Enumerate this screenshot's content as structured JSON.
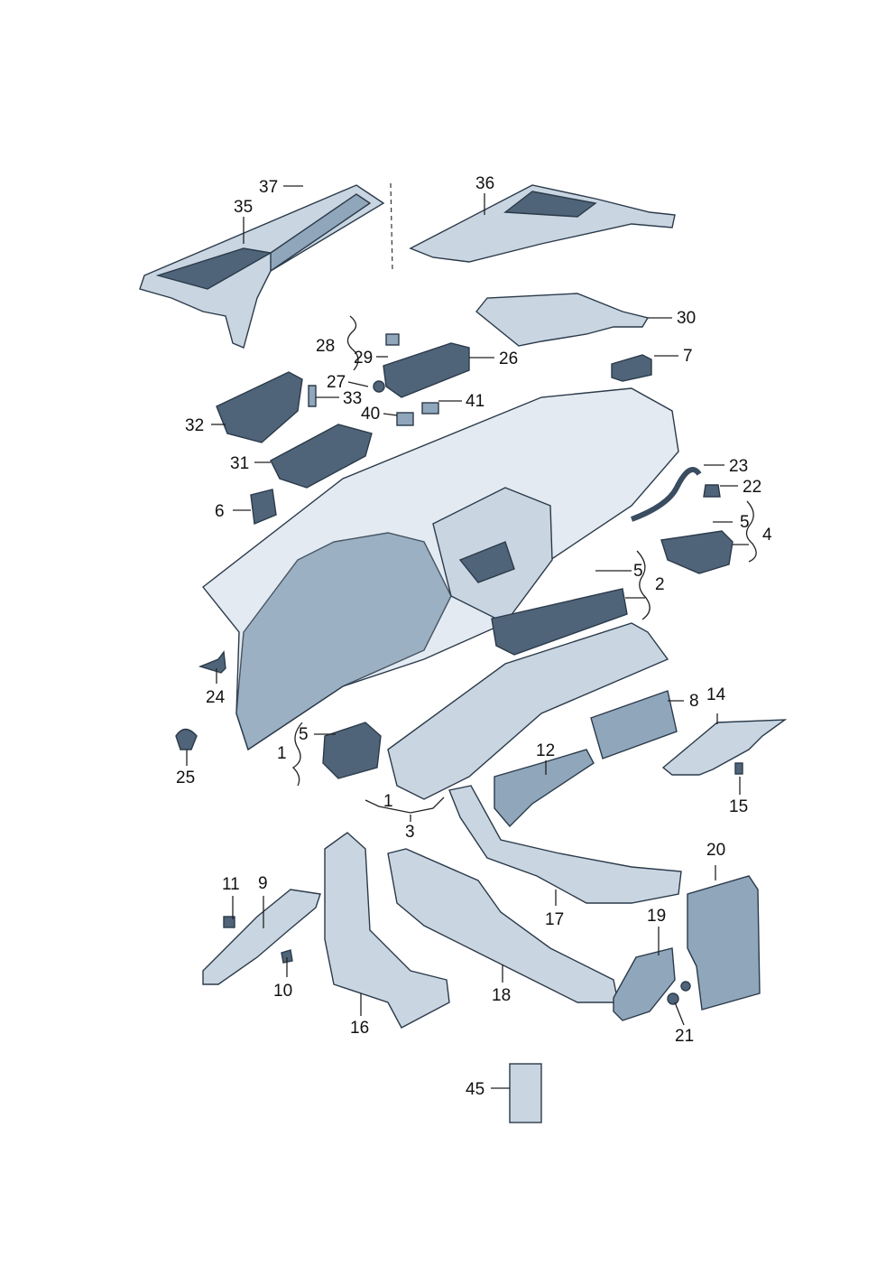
{
  "diagram": {
    "callouts": [
      {
        "id": "37",
        "text": "37"
      },
      {
        "id": "35",
        "text": "35"
      },
      {
        "id": "36",
        "text": "36"
      },
      {
        "id": "30",
        "text": "30"
      },
      {
        "id": "28",
        "text": "28"
      },
      {
        "id": "29",
        "text": "29"
      },
      {
        "id": "26",
        "text": "26"
      },
      {
        "id": "7",
        "text": "7"
      },
      {
        "id": "27",
        "text": "27"
      },
      {
        "id": "33",
        "text": "33"
      },
      {
        "id": "41",
        "text": "41"
      },
      {
        "id": "40",
        "text": "40"
      },
      {
        "id": "32",
        "text": "32"
      },
      {
        "id": "31",
        "text": "31"
      },
      {
        "id": "23",
        "text": "23"
      },
      {
        "id": "22",
        "text": "22"
      },
      {
        "id": "6",
        "text": "6"
      },
      {
        "id": "5a",
        "text": "5"
      },
      {
        "id": "4",
        "text": "4"
      },
      {
        "id": "5b",
        "text": "5"
      },
      {
        "id": "2",
        "text": "2"
      },
      {
        "id": "24",
        "text": "24"
      },
      {
        "id": "14",
        "text": "14"
      },
      {
        "id": "8",
        "text": "8"
      },
      {
        "id": "5c",
        "text": "5"
      },
      {
        "id": "1a",
        "text": "1"
      },
      {
        "id": "25",
        "text": "25"
      },
      {
        "id": "12",
        "text": "12"
      },
      {
        "id": "15",
        "text": "15"
      },
      {
        "id": "1b",
        "text": "1"
      },
      {
        "id": "3",
        "text": "3"
      },
      {
        "id": "20",
        "text": "20"
      },
      {
        "id": "11",
        "text": "11"
      },
      {
        "id": "9",
        "text": "9"
      },
      {
        "id": "17",
        "text": "17"
      },
      {
        "id": "19",
        "text": "19"
      },
      {
        "id": "10",
        "text": "10"
      },
      {
        "id": "18",
        "text": "18"
      },
      {
        "id": "16",
        "text": "16"
      },
      {
        "id": "21",
        "text": "21"
      },
      {
        "id": "45",
        "text": "45"
      }
    ]
  }
}
